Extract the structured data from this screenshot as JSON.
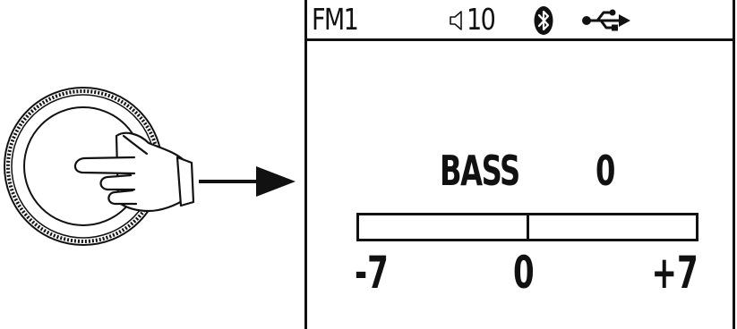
{
  "display": {
    "source": "FM1",
    "volume": "10",
    "status_icons": [
      "speaker-icon",
      "bluetooth-icon",
      "usb-icon"
    ],
    "setting": {
      "label": "BASS",
      "value": "0",
      "level": 0,
      "range": [
        -7,
        7
      ]
    },
    "scale": {
      "min": "-7",
      "mid": "0",
      "max": "+7"
    }
  },
  "illustration": {
    "icons": [
      "rotary-knob-icon",
      "pointing-hand-icon",
      "arrow-right-icon"
    ]
  }
}
